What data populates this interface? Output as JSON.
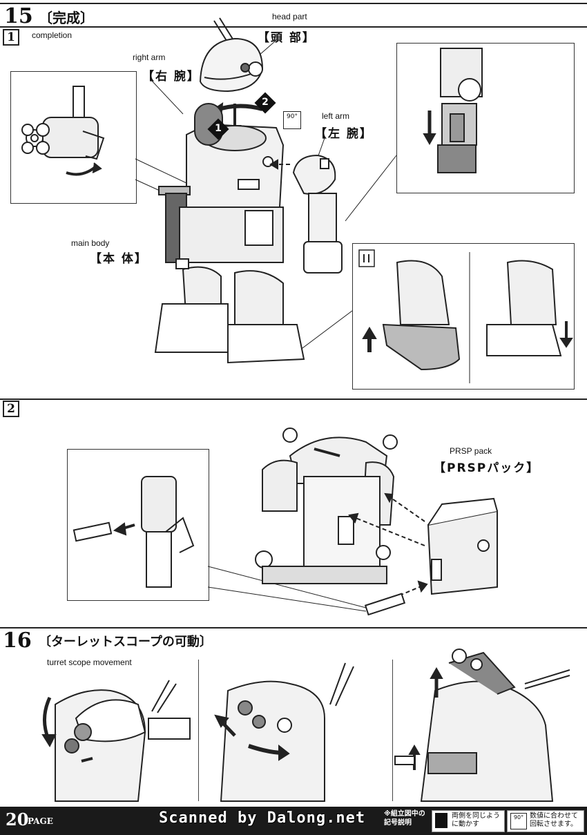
{
  "step15": {
    "number": "15",
    "title_jp": "〔完成〕",
    "title_en": "completion",
    "sub1": "1",
    "sub2": "2",
    "labels": {
      "head_en": "head part",
      "head_jp": "【頭 部】",
      "right_arm_en": "right arm",
      "right_arm_jp": "【右 腕】",
      "left_arm_en": "left arm",
      "left_arm_jp": "【左 腕】",
      "body_en": "main body",
      "body_jp": "【本 体】",
      "prsp_en": "PRSP pack",
      "prsp_jp": "【PRSPパック】",
      "rotation": "90°"
    },
    "markers": [
      "1",
      "2"
    ]
  },
  "step16": {
    "number": "16",
    "title_jp": "〔ターレットスコープの可動〕",
    "title_en": "turret scope movement"
  },
  "footer": {
    "page_number": "20",
    "page_word": "PAGE",
    "scan_credit": "Scanned by Dalong.net",
    "legend_title": "※組立図中の記号説明",
    "legend_1": "両側を同じように動かす",
    "legend_2": "数値に合わせて回転させます。",
    "legend_2_icon_value": "90°"
  },
  "icons": [
    "arrow-icon",
    "rotate-icon",
    "move-both-sides-icon",
    "rotate-90-icon"
  ]
}
